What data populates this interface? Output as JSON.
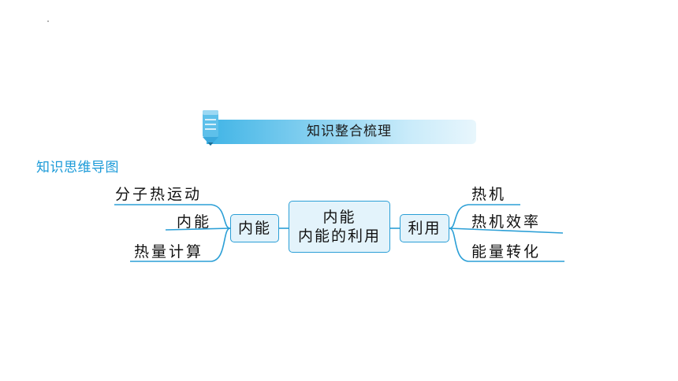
{
  "banner": {
    "title": "知识整合梳理"
  },
  "section_heading": "知识思维导图",
  "mindmap": {
    "center": {
      "line1": "内能",
      "line2": "内能的利用"
    },
    "left_branch": {
      "label": "内能",
      "leaves": [
        "分子热运动",
        "内能",
        "热量计算"
      ]
    },
    "right_branch": {
      "label": "利用",
      "leaves": [
        "热机",
        "热机效率",
        "能量转化"
      ]
    }
  },
  "colors": {
    "accent": "#2b9fd6",
    "node_fill": "#e3f3fb",
    "heading": "#1a9ad8"
  }
}
